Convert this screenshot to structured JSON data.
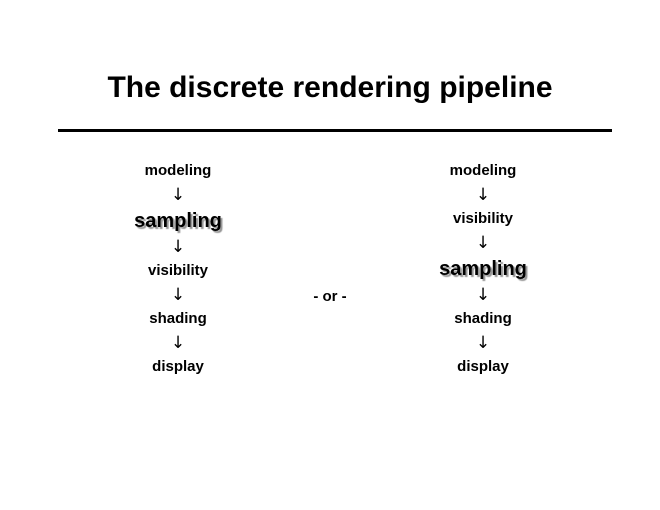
{
  "slide": {
    "title": "The discrete rendering pipeline",
    "separator_label": "- or -",
    "arrow_glyph": "↓",
    "colors": {
      "background": "#ffffff",
      "text": "#000000",
      "rule": "#000000",
      "emphasis_shadow": "#828282"
    }
  },
  "pipelines": [
    {
      "id": "left",
      "stages": [
        {
          "label": "modeling",
          "emphasis": false
        },
        {
          "label": "sampling",
          "emphasis": true
        },
        {
          "label": "visibility",
          "emphasis": false
        },
        {
          "label": "shading",
          "emphasis": false
        },
        {
          "label": "display",
          "emphasis": false
        }
      ]
    },
    {
      "id": "right",
      "stages": [
        {
          "label": "modeling",
          "emphasis": false
        },
        {
          "label": "visibility",
          "emphasis": false
        },
        {
          "label": "sampling",
          "emphasis": true
        },
        {
          "label": "shading",
          "emphasis": false
        },
        {
          "label": "display",
          "emphasis": false
        }
      ]
    }
  ]
}
